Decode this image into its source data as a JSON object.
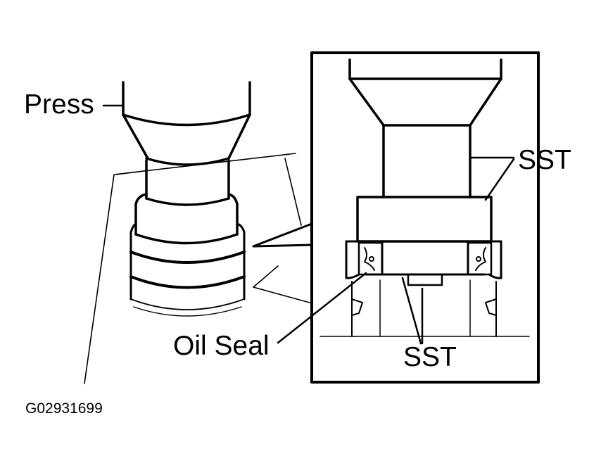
{
  "labels": {
    "press": "Press",
    "sst_upper": "SST",
    "oil_seal": "Oil Seal",
    "sst_lower": "SST",
    "figure_id": "G02931699"
  },
  "colors": {
    "line": "#000000",
    "background": "#ffffff"
  }
}
